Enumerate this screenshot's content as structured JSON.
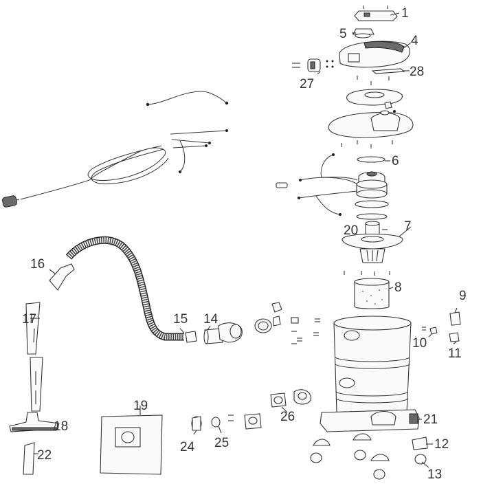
{
  "labels": {
    "p1": "1",
    "p4": "4",
    "p5": "5",
    "p6": "6",
    "p7": "7",
    "p8": "8",
    "p9": "9",
    "p10": "10",
    "p11": "11",
    "p12": "12",
    "p13": "13",
    "p14": "14",
    "p15": "15",
    "p16": "16",
    "p17": "17",
    "p18": "18",
    "p19": "19",
    "p20": "20",
    "p21": "21",
    "p22": "22",
    "p24": "24",
    "p25": "25",
    "p26": "26",
    "p27": "27",
    "p28": "28"
  }
}
